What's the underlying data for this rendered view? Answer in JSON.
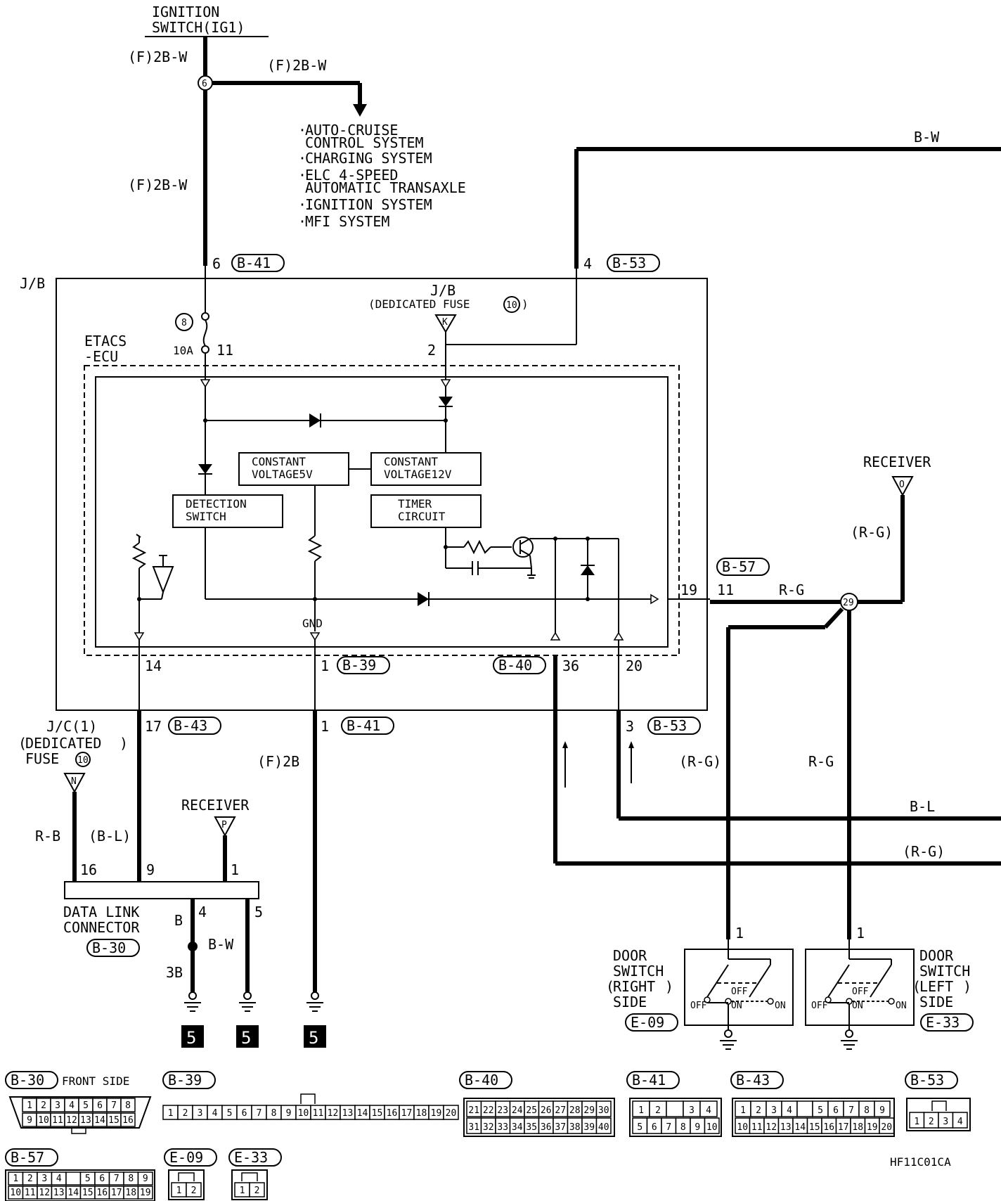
{
  "wires": {
    "f2bw_a": "(F)2B-W",
    "f2bw_b": "(F)2B-W",
    "f2bw_c": "(F)2B-W",
    "bw_top": "B-W",
    "rg_mid": "R-G",
    "rg_recv": "(R-G)",
    "rg_right": "(R-G)",
    "rg_left": "R-G",
    "bl": "B-L",
    "rg_bottom": "(R-G)",
    "rb": "R-B",
    "bl_paren": "(B-L)",
    "f2b": "(F)2B",
    "b_wire": "B",
    "bw_wire": "B-W"
  },
  "labels": {
    "ignition": "IGNITION",
    "ignition_sub": "SWITCH(IG1)",
    "jb_left": "J/B",
    "jb_mid": "J/B",
    "jb_dedicated": "(DEDICATED FUSE",
    "etacs": "ETACS",
    "ecu": "-ECU",
    "amp": "10A",
    "gnd": "GND",
    "jc": "J/C(1)",
    "jc_ded": "DEDICATED",
    "jc_fuse": "FUSE",
    "receiver_top": "RECEIVER",
    "receiver_bottom": "RECEIVER",
    "dlc": "DATA LINK",
    "dlc_sub": "CONNECTOR",
    "door": "DOOR",
    "switch": "SWITCH",
    "right": "RIGHT",
    "left": "LEFT",
    "side": "SIDE",
    "off": "OFF",
    "on": "ON",
    "front_side": "FRONT SIDE",
    "figure_code": "HF11C01CA"
  },
  "systems": [
    "AUTO-CRUISE",
    "CONTROL SYSTEM",
    "CHARGING SYSTEM",
    "ELC 4-SPEED",
    "AUTOMATIC TRANSAXLE",
    "IGNITION SYSTEM",
    "MFI SYSTEM"
  ],
  "blocks": {
    "cv5_a": "CONSTANT",
    "cv5_b": "VOLTAGE5V",
    "cv12_a": "CONSTANT",
    "cv12_b": "VOLTAGE12V",
    "det_a": "DETECTION",
    "det_b": "SWITCH",
    "timer_a": "TIMER",
    "timer_b": "CIRCUIT"
  },
  "pins": {
    "p6": "6",
    "p4": "4",
    "p11": "11",
    "p2": "2",
    "p19": "19",
    "p11b": "11",
    "p14": "14",
    "p1a": "1",
    "p36": "36",
    "p20": "20",
    "p17": "17",
    "p1b": "1",
    "p3": "3",
    "p16": "16",
    "p9": "9",
    "p1c": "1",
    "p4b": "4",
    "p5": "5",
    "p3b": "3B",
    "pd1": "1",
    "pd2": "1"
  },
  "markers": {
    "splice6": "6",
    "splice29": "29",
    "fuse8": "8",
    "fuse10": "10",
    "fuse10b": "10",
    "K": "K",
    "O": "O",
    "N": "N",
    "P": "P",
    "ground": "5"
  },
  "connectors": {
    "b41": "B-41",
    "b53": "B-53",
    "b57": "B-57",
    "b39": "B-39",
    "b40": "B-40",
    "b43": "B-43",
    "b30": "B-30",
    "e09": "E-09",
    "e33": "E-33"
  },
  "connector_pins": {
    "b30_top": [
      "1",
      "2",
      "3",
      "4",
      "5",
      "6",
      "7",
      "8"
    ],
    "b30_bottom": [
      "9",
      "10",
      "11",
      "12",
      "13",
      "14",
      "15",
      "16"
    ],
    "b39": [
      "1",
      "2",
      "3",
      "4",
      "5",
      "6",
      "7",
      "8",
      "9",
      "10",
      "11",
      "12",
      "13",
      "14",
      "15",
      "16",
      "17",
      "18",
      "19",
      "20"
    ],
    "b40_top": [
      "21",
      "22",
      "23",
      "24",
      "25",
      "26",
      "27",
      "28",
      "29",
      "30"
    ],
    "b40_bottom": [
      "31",
      "32",
      "33",
      "34",
      "35",
      "36",
      "37",
      "38",
      "39",
      "40"
    ],
    "b41_top": [
      "1",
      "2",
      "",
      "3",
      "4"
    ],
    "b41_bottom": [
      "5",
      "6",
      "7",
      "8",
      "9",
      "10"
    ],
    "b43_top": [
      "1",
      "2",
      "3",
      "4",
      "",
      "5",
      "6",
      "7",
      "8",
      "9"
    ],
    "b43_bottom": [
      "10",
      "11",
      "12",
      "13",
      "14",
      "15",
      "16",
      "17",
      "18",
      "19",
      "20"
    ],
    "b53": [
      "1",
      "2",
      "3",
      "4"
    ],
    "b57_top": [
      "1",
      "2",
      "3",
      "4",
      "",
      "5",
      "6",
      "7",
      "8",
      "9"
    ],
    "b57_bottom": [
      "10",
      "11",
      "12",
      "13",
      "14",
      "15",
      "16",
      "17",
      "18",
      "19"
    ],
    "e09": [
      "1",
      "2"
    ],
    "e33": [
      "1",
      "2"
    ]
  }
}
